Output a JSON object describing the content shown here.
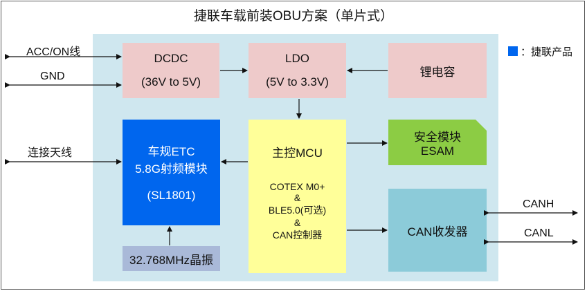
{
  "title": "捷联车载前装OBU方案（单片式）",
  "legend": {
    "text": "：捷联产品",
    "color": "#0066ee"
  },
  "blocks": {
    "dcdc": {
      "name": "DCDC",
      "spec": "(36V to 5V)"
    },
    "ldo": {
      "name": "LDO",
      "spec": "(5V to 3.3V)"
    },
    "supercap": {
      "name": "锂电容"
    },
    "etc": {
      "line1": "车规ETC",
      "line2": "5.8G射频模块",
      "line3": "(SL1801)"
    },
    "mcu": {
      "name": "主控MCU",
      "line1": "COTEX M0+",
      "amp1": "&",
      "line2": "BLE5.0(可选)",
      "amp2": "&",
      "line3": "CAN控制器"
    },
    "esam": {
      "line1": "安全模块",
      "line2": "ESAM"
    },
    "can": {
      "name": "CAN收发器"
    },
    "crystal": {
      "name": "32.768MHz晶振"
    }
  },
  "io": {
    "acc": "ACC/ON线",
    "gnd": "GND",
    "antenna": "连接天线",
    "canh": "CANH",
    "canl": "CANL"
  },
  "colors": {
    "board": "#cfe7ef",
    "power_block": "#eecaca",
    "product_block": "#0066ee",
    "mcu_block": "#ffff99",
    "esam_block": "#8ccc44",
    "can_block": "#8ccbd9",
    "crystal_block": "#a9b9d8"
  }
}
